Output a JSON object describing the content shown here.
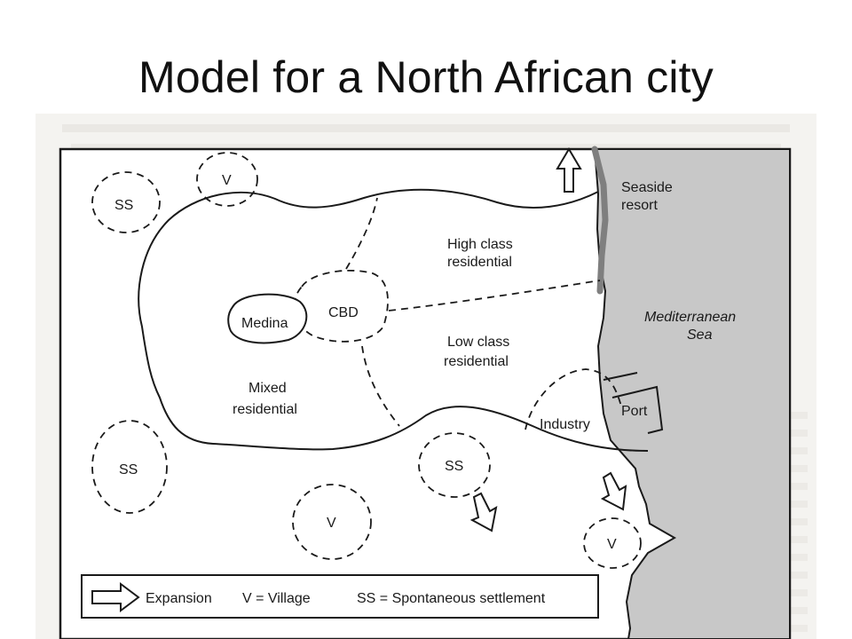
{
  "slide": {
    "title": "Model for a North African city"
  },
  "diagram": {
    "labels": {
      "seaside_resort_1": "Seaside",
      "seaside_resort_2": "resort",
      "high_class_1": "High class",
      "high_class_2": "residential",
      "medina": "Medina",
      "cbd": "CBD",
      "sea_1": "Mediterranean",
      "sea_2": "Sea",
      "low_class_1": "Low class",
      "low_class_2": "residential",
      "mixed_1": "Mixed",
      "mixed_2": "residential",
      "industry": "Industry",
      "port": "Port",
      "ss_top_left": "SS",
      "ss_left": "SS",
      "ss_center": "SS",
      "v_top": "V",
      "v_bottom": "V",
      "v_right": "V"
    },
    "legend": {
      "expansion": "Expansion",
      "village": "V = Village",
      "spontaneous": "SS = Spontaneous settlement"
    },
    "colors": {
      "sea": "#c8c8c8",
      "coast_highlight": "#7f7f7f",
      "ink": "#1a1a1a",
      "page": "#f4f3f0"
    }
  }
}
